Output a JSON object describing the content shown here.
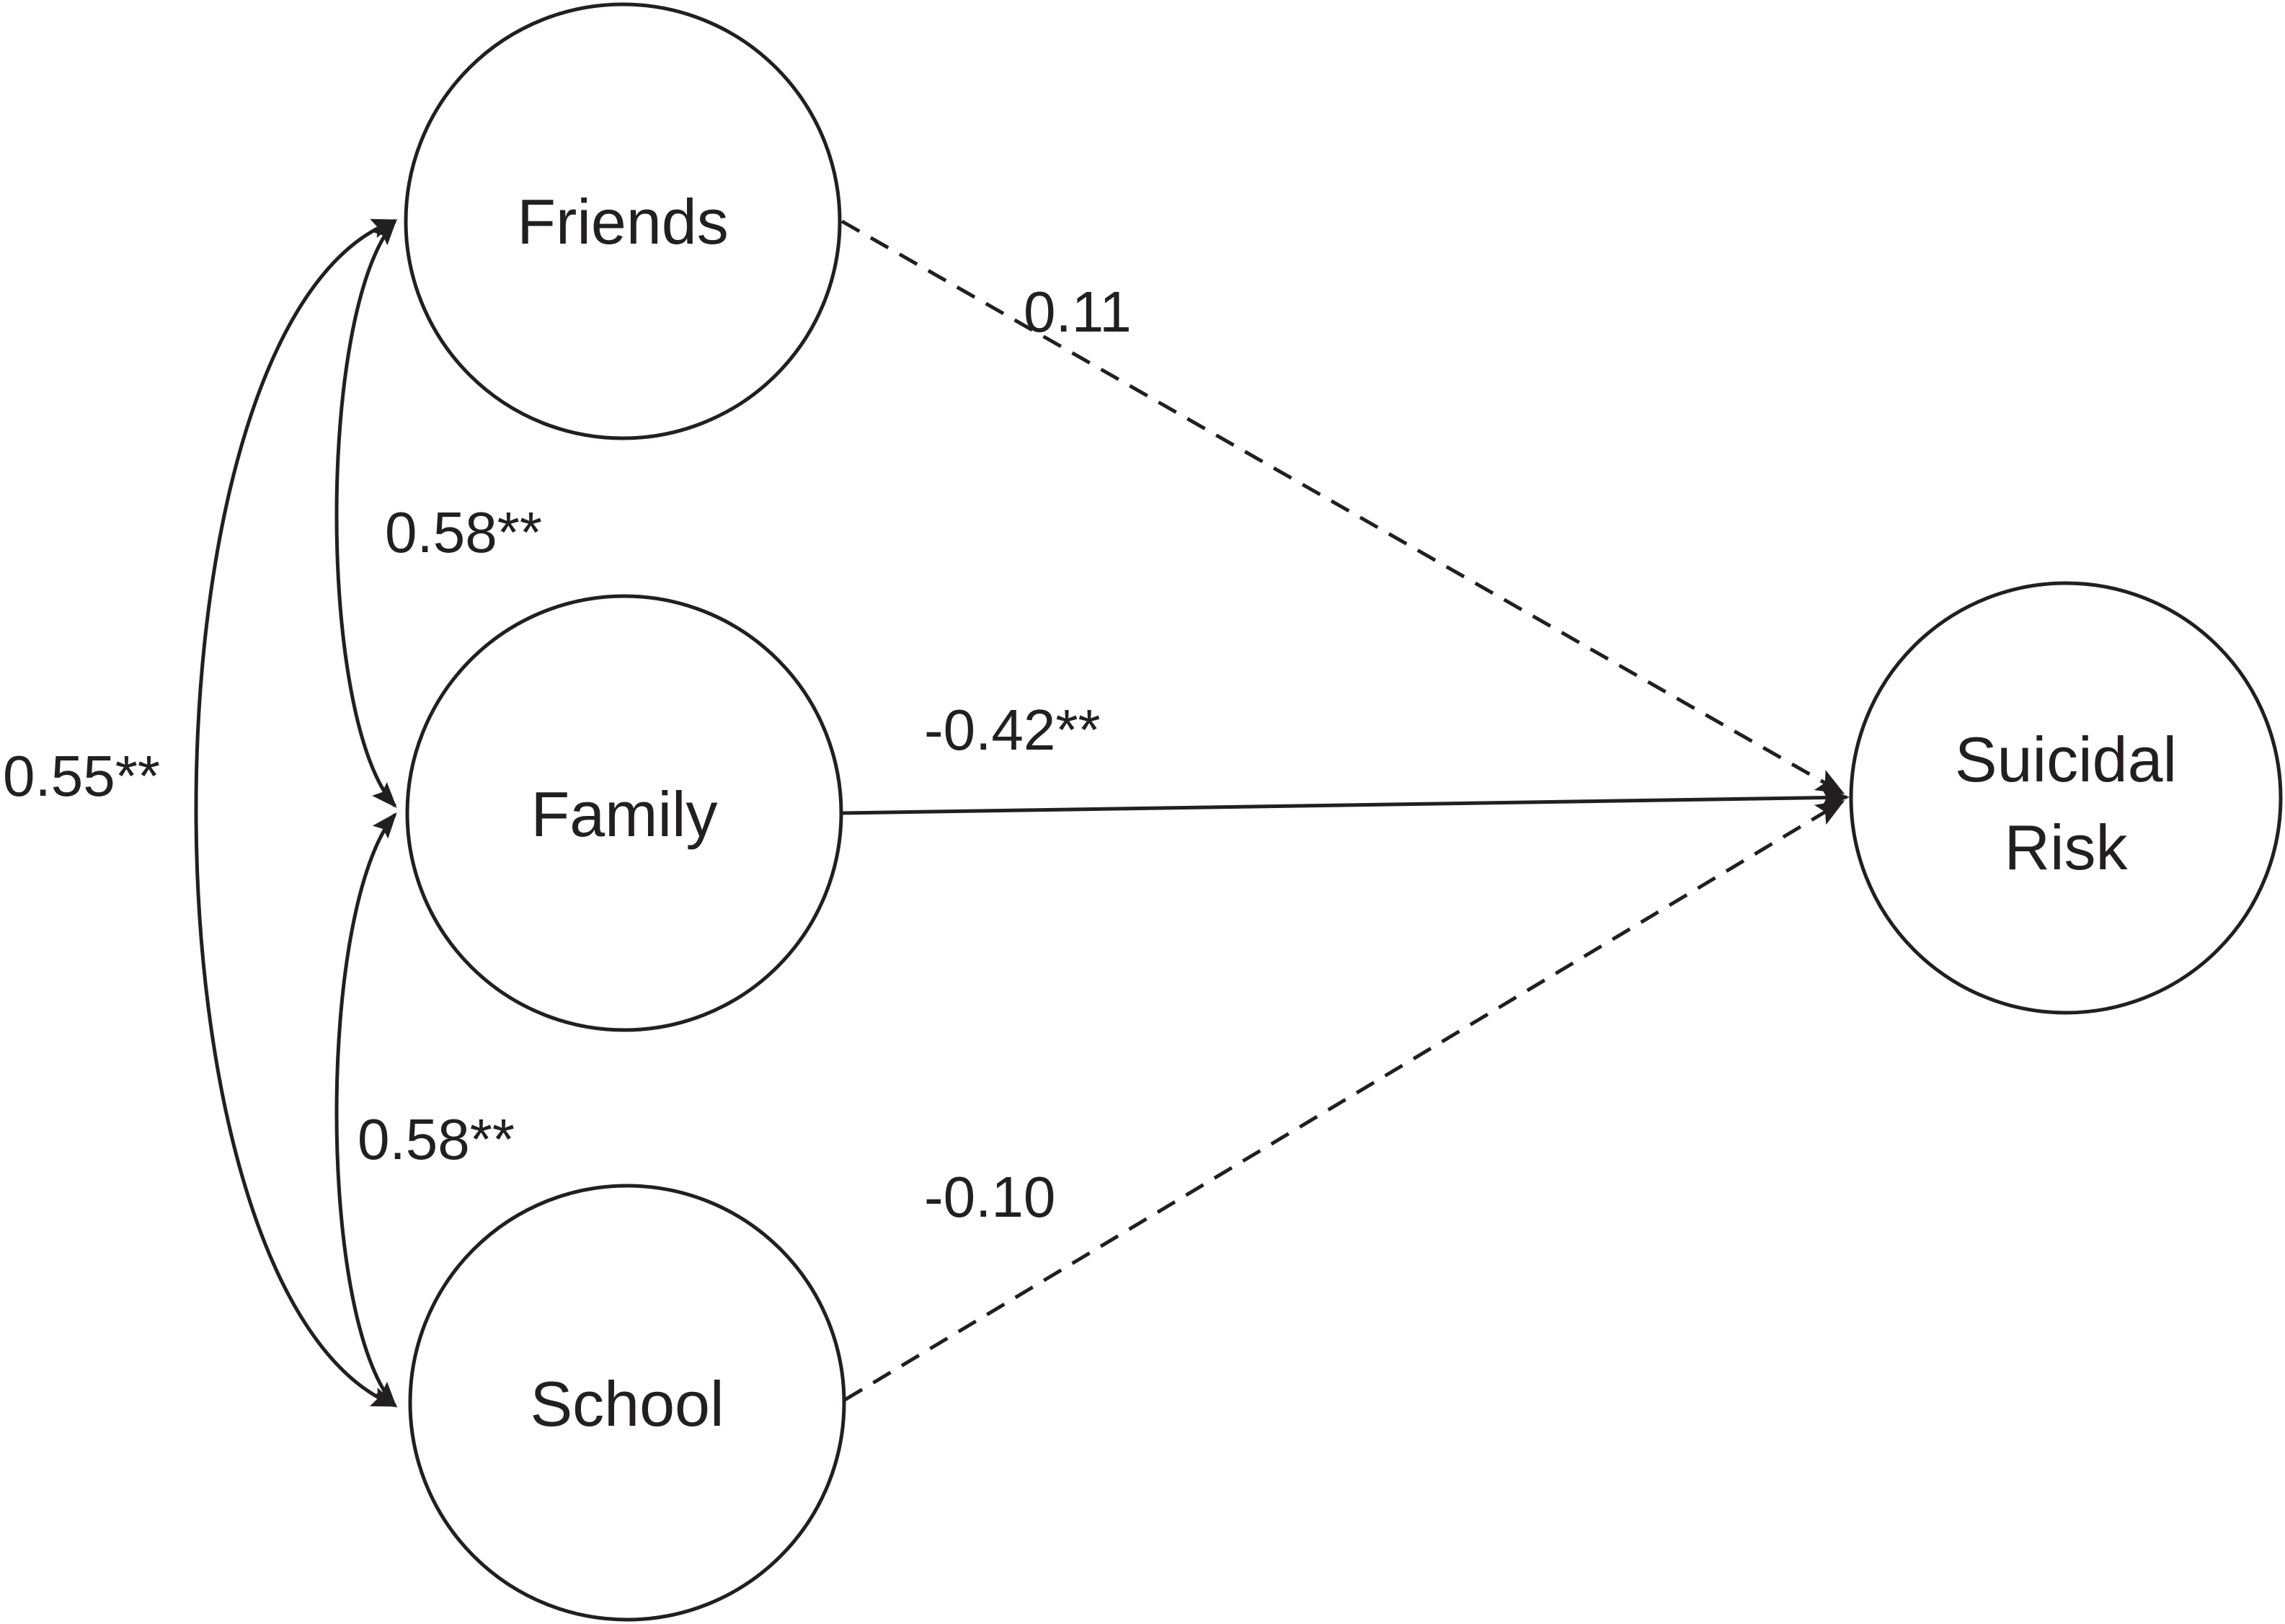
{
  "nodes": {
    "friends": {
      "label": "Friends"
    },
    "family": {
      "label": "Family"
    },
    "school": {
      "label": "School"
    },
    "suicidal_risk": {
      "label_line1": "Suicidal",
      "label_line2": "Risk"
    }
  },
  "paths": {
    "friends_to_risk": {
      "coefficient": "0.11",
      "line_style": "dashed"
    },
    "family_to_risk": {
      "coefficient": "-0.42**",
      "line_style": "solid"
    },
    "school_to_risk": {
      "coefficient": "-0.10",
      "line_style": "dashed"
    }
  },
  "correlations": {
    "friends_family": {
      "coefficient": "0.58**"
    },
    "family_school": {
      "coefficient": "0.58**"
    },
    "friends_school": {
      "coefficient": "0.55**"
    }
  },
  "colors": {
    "stroke": "#231f20",
    "background": "#ffffff"
  }
}
